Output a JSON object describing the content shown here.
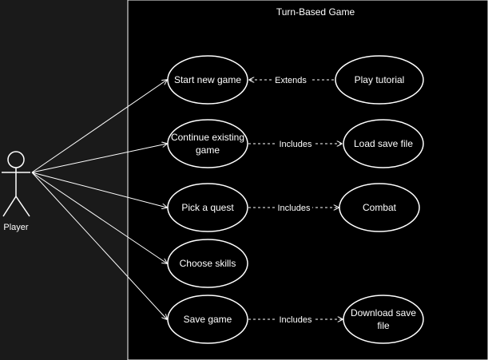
{
  "diagram": {
    "system_title": "Turn-Based Game",
    "actor": {
      "label": "Player"
    },
    "use_cases": {
      "start_new_game": "Start new game",
      "continue_existing_game": [
        "Continue existing",
        "game"
      ],
      "pick_a_quest": "Pick a quest",
      "choose_skills": "Choose skills",
      "save_game": "Save game",
      "play_tutorial": "Play tutorial",
      "load_save_file": "Load save file",
      "combat": "Combat",
      "download_save_file": [
        "Download save",
        "file"
      ]
    },
    "relationships": {
      "extends": "Extends",
      "includes_load": "Includes",
      "includes_combat": "Includes",
      "includes_download": "Includes"
    }
  },
  "colors": {
    "outer_background": "#1a1a1a",
    "system_background": "#000000",
    "stroke": "#ffffff",
    "text": "#ffffff"
  }
}
